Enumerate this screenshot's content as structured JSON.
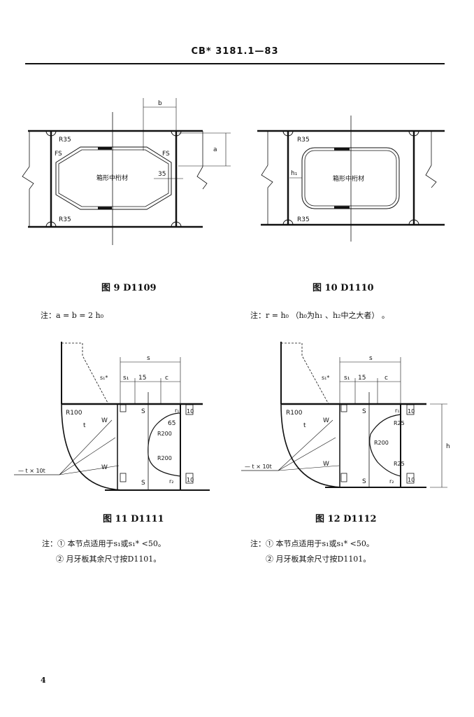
{
  "header": {
    "standard_no": "CB* 3181.1—83"
  },
  "fig9": {
    "caption": "图 9   D1109",
    "label_b": "b",
    "label_a": "a",
    "label_r35_top": "R35",
    "label_r35_bot": "R35",
    "label_fs_left": "FS",
    "label_fs_right": "FS",
    "label_center": "箱形中桁材",
    "label_35": "35"
  },
  "fig10": {
    "caption": "图 10   D1110",
    "label_r35_top": "R35",
    "label_r35_bot": "R35",
    "label_h1": "h₁",
    "label_center": "箱形中桁材"
  },
  "fig11": {
    "caption": "图 11   D1111",
    "label_s": "s",
    "label_s1": "s₁",
    "label_15": "15",
    "label_c": "c",
    "label_s1star": "s₁*",
    "label_r100": "R100",
    "label_r200a": "R200",
    "label_r200b": "R200",
    "label_65": "65",
    "label_10a": "10",
    "label_10b": "10",
    "label_w": "W",
    "label_S": "S",
    "label_t": "t",
    "label_arrow": "— t × 10t",
    "label_r1": "r₁",
    "label_r2": "r₂"
  },
  "fig12": {
    "caption": "图 12   D1112",
    "label_s": "s",
    "label_s1": "s₁",
    "label_15": "15",
    "label_c": "c",
    "label_s1star": "s₁*",
    "label_r100": "R100",
    "label_r200": "R200",
    "label_r25a": "R25",
    "label_r25b": "R25",
    "label_10a": "10",
    "label_10b": "10",
    "label_w": "W",
    "label_S": "S",
    "label_t": "t",
    "label_h": "h",
    "label_arrow": "— t × 10t",
    "label_r1": "r₁",
    "label_r2": "r₂"
  },
  "notes": {
    "note9": "注：a = b = 2 h₀",
    "note10": "注：r = h₀ （h₀为h₁ 、h₂中之大者） 。",
    "note11_1": "注：① 本节点适用于s₁或s₁* <50。",
    "note11_2": "② 月牙板其余尺寸按D1101。",
    "note12_1": "注：① 本节点适用于s₁或s₁* <50。",
    "note12_2": "② 月牙板其余尺寸按D1101。"
  },
  "page_number": "4"
}
